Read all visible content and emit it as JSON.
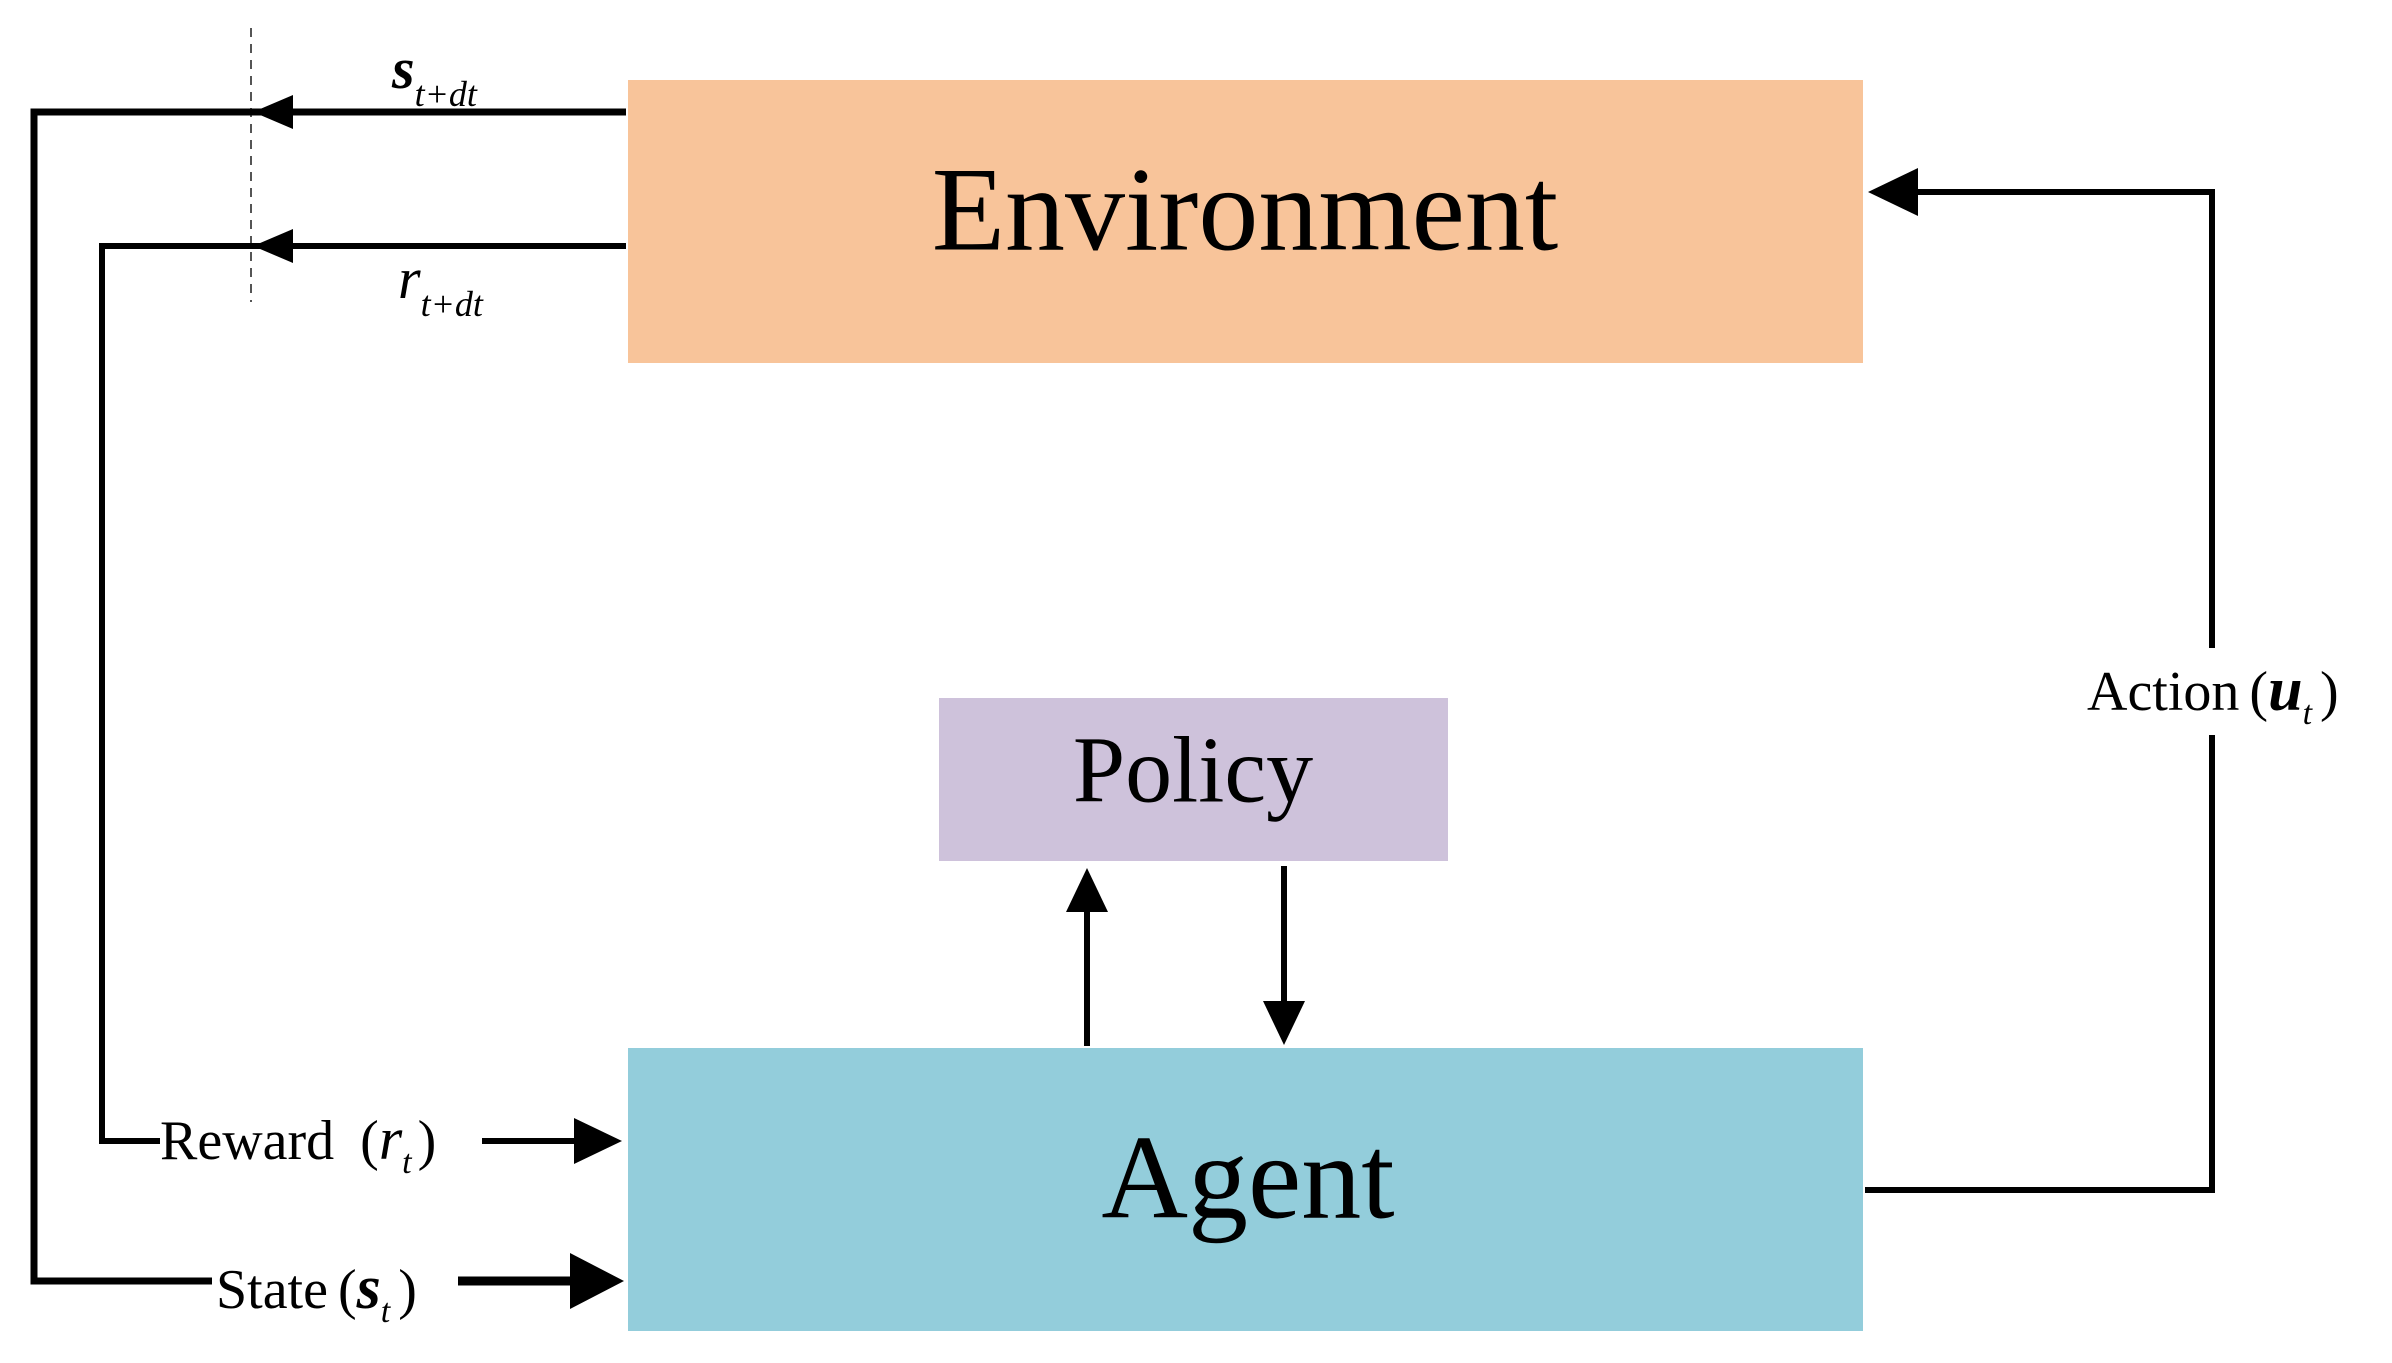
{
  "boxes": {
    "environment": {
      "label": "Environment",
      "color": "#F8C49A"
    },
    "policy": {
      "label": "Policy",
      "color": "#CEC2DB"
    },
    "agent": {
      "label": "Agent",
      "color": "#93CDDB"
    }
  },
  "labels": {
    "next_state": {
      "main": "s",
      "sub": "t+dt"
    },
    "next_reward": {
      "main": "r",
      "sub": "t+dt"
    },
    "reward": {
      "text": "Reward",
      "open": "(",
      "main": "r",
      "sub": "t",
      "close": ")"
    },
    "state": {
      "text": "State",
      "open": "(",
      "main": "s",
      "sub": "t",
      "close": ")"
    },
    "action": {
      "text": "Action",
      "open": "(",
      "main": "u",
      "sub": "t",
      "close": ")"
    }
  }
}
